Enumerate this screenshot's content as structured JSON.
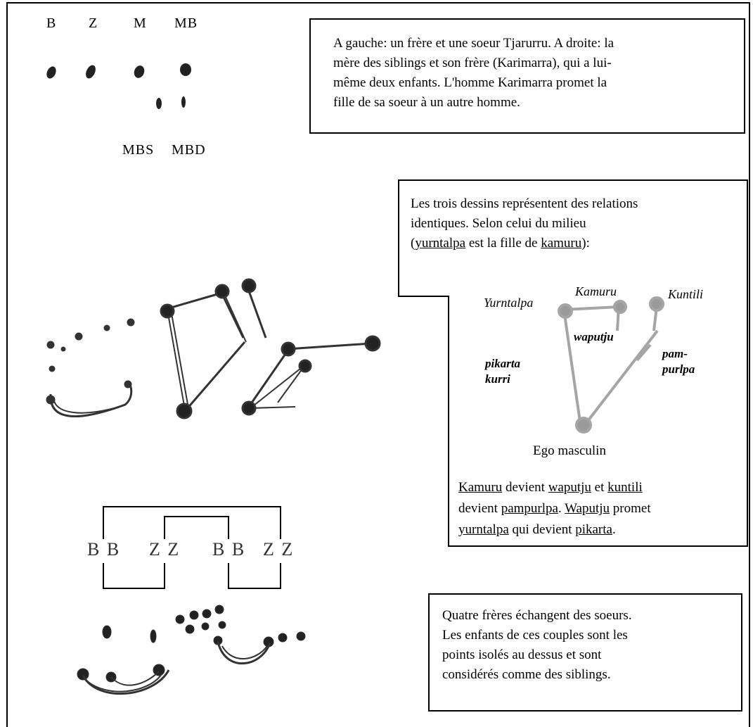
{
  "top_labels": {
    "b": "B",
    "z": "Z",
    "m": "M",
    "mb": "MB",
    "mbs": "MBS",
    "mbd": "MBD"
  },
  "box1": {
    "line1": "A gauche: un frère et une soeur Tjarurru. A droite: la",
    "line2": "mère des siblings et son frère (Karimarra), qui a lui-",
    "line3": "même deux enfants. L'homme Karimarra promet la",
    "line4": "fille de sa soeur à un autre homme."
  },
  "box2": {
    "line1": "Les trois dessins représentent des relations",
    "line2": "identiques. Selon celui du milieu",
    "line3_a": "(",
    "line3_u1": "yurntalpa",
    "line3_b": " est la fille de ",
    "line3_u2": "kamuru",
    "line3_c": "):",
    "inset": {
      "yurntalpa": "Yurntalpa",
      "kamuru": "Kamuru",
      "kuntili": "Kuntili",
      "waputju": "waputju",
      "pampurlpa_1": "pam-",
      "pampurlpa_2": "purlpa",
      "pikarta_1": "pikarta",
      "pikarta_2": "kurri",
      "ego": "Ego masculin"
    },
    "foot1_u1": "Kamuru",
    "foot1_a": " devient ",
    "foot1_u2": "waputju",
    "foot1_b": " et ",
    "foot1_u3": "kuntili",
    "foot2_a": "devient ",
    "foot2_u1": "pampurlpa",
    "foot2_b": ". ",
    "foot2_u2": "Waputju",
    "foot2_c": " promet",
    "foot3_u1": "yurntalpa",
    "foot3_a": " qui devient ",
    "foot3_u2": "pikarta",
    "foot3_b": "."
  },
  "box3": {
    "line1": "Quatre frères échangent des soeurs.",
    "line2": "Les enfants de ces couples sont les",
    "line3": "points isolés au dessus et sont",
    "line4": "considérés comme des siblings."
  },
  "exchange": {
    "g1": "B B",
    "g2": "Z Z",
    "g3": "B B",
    "g4": "Z Z"
  }
}
